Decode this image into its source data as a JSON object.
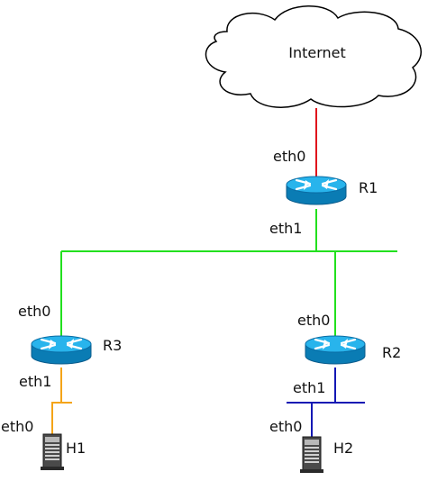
{
  "cloud": {
    "label": "Internet"
  },
  "routers": {
    "r1": {
      "name": "R1",
      "ifaces": [
        "eth0",
        "eth1"
      ]
    },
    "r2": {
      "name": "R2",
      "ifaces": [
        "eth0",
        "eth1"
      ]
    },
    "r3": {
      "name": "R3",
      "ifaces": [
        "eth0",
        "eth1"
      ]
    }
  },
  "hosts": {
    "h1": {
      "name": "H1",
      "iface": "eth0"
    },
    "h2": {
      "name": "H2",
      "iface": "eth0"
    }
  },
  "colors": {
    "uplink": "#e0141c",
    "backbone": "#22e01e",
    "lan_h1": "#f4a418",
    "lan_h2": "#1418b4",
    "router_top": "#28b4ec",
    "router_side": "#0a7cb4"
  }
}
